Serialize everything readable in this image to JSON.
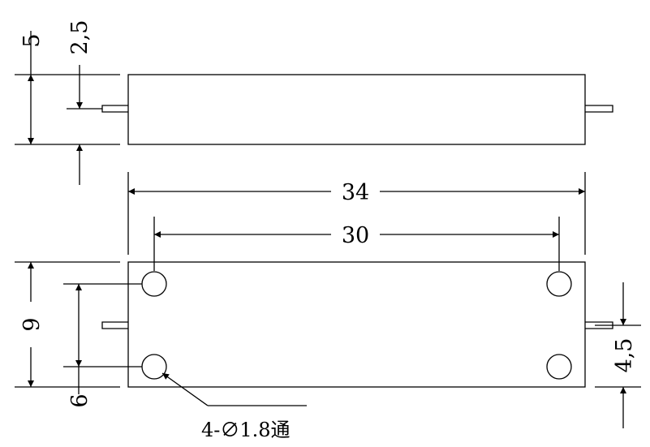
{
  "drawing": {
    "dimensions": {
      "top_height": "5",
      "pin_offset": "2,5",
      "overall_length": "34",
      "hole_spacing_x": "30",
      "bottom_height": "9",
      "hole_spacing_y": "6",
      "pin_height": "4,5"
    },
    "note": "4-∅1.8通"
  }
}
